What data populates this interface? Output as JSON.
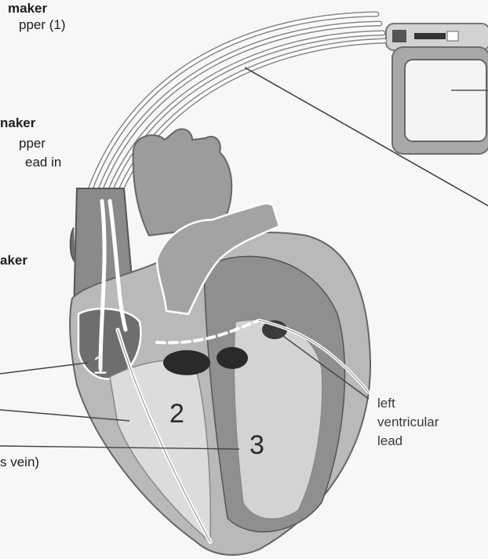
{
  "labels": {
    "line1_bold": "maker",
    "line1_text": "pper (1)",
    "line2_bold": "naker",
    "line2_a": "pper",
    "line2_b": "ead in",
    "line3_bold": "aker",
    "bottom_left": "s vein)"
  },
  "callouts": {
    "left_ventricular_1": "left",
    "left_ventricular_2": "ventricular",
    "left_ventricular_3": "lead"
  },
  "chambers": {
    "one": "1",
    "two": "2",
    "three": "3"
  }
}
